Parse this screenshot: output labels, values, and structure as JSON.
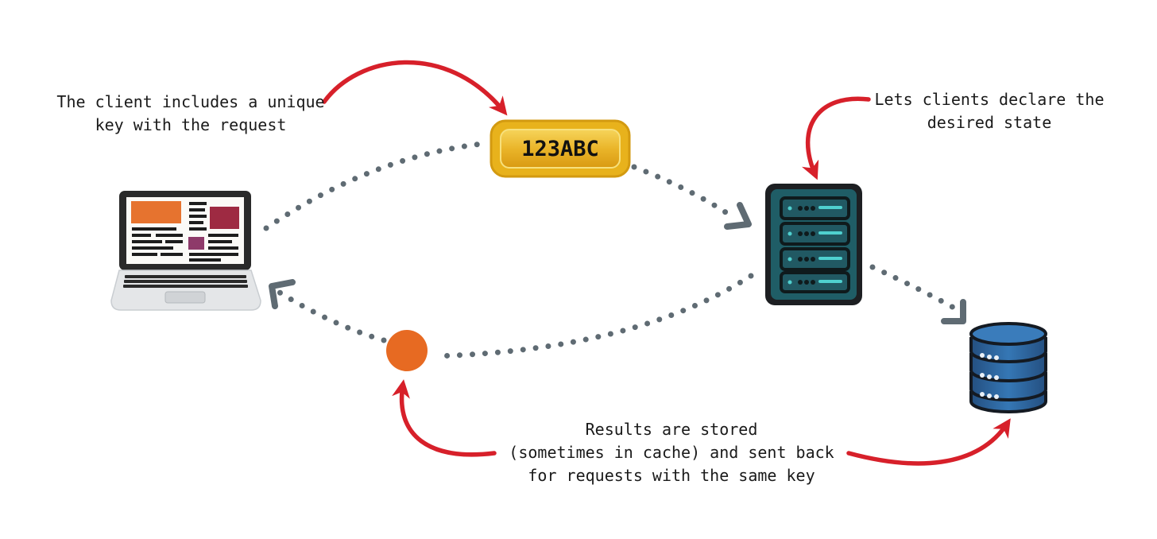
{
  "diagram": {
    "key_token": {
      "label": "123ABC"
    },
    "annotations": {
      "client_key": {
        "line1": "The client includes a unique",
        "line2": "key with the request"
      },
      "declare_state": {
        "line1": "Lets clients declare the",
        "line2": "desired state"
      },
      "results_stored": {
        "line1": "Results are stored",
        "line2": "(sometimes in cache) and sent back",
        "line3": "for requests with the same key"
      }
    },
    "icons": {
      "client": "laptop-icon",
      "server": "server-rack-icon",
      "storage": "database-icon",
      "cached_result": "result-dot-icon"
    },
    "colors": {
      "arrow_red": "#d7202a",
      "dotted_path": "#5f6b73",
      "key_gold": "#e8b21c",
      "server_teal": "#1f5d66",
      "database_blue": "#2f6aa3",
      "result_orange": "#e76a22"
    }
  }
}
